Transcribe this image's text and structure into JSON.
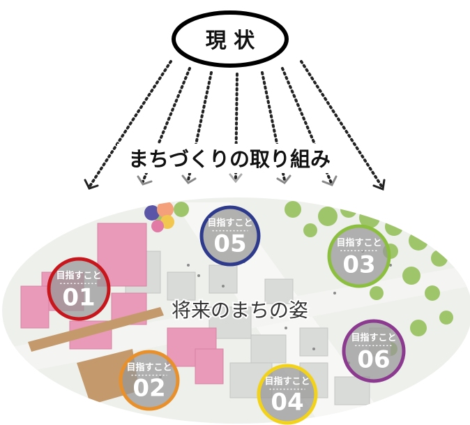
{
  "top_label": "現 状",
  "subtitle": "まちづくりの取り組み",
  "center_label": "将来のまちの姿",
  "goal_caption": "目指すこと",
  "goals": [
    {
      "number": "01",
      "color": "#c8161d"
    },
    {
      "number": "02",
      "color": "#e8902c"
    },
    {
      "number": "03",
      "color": "#8cbf3f"
    },
    {
      "number": "04",
      "color": "#f2d21a"
    },
    {
      "number": "05",
      "color": "#2e3a8c"
    },
    {
      "number": "06",
      "color": "#8b3a8f"
    }
  ],
  "colors": {
    "ground": "#eef0ec",
    "road": "#f7f7f5",
    "building_pink": "#e99ab8",
    "building_grey": "#d9dbd8",
    "trees": "#9fc56b",
    "arrow": "#222222"
  }
}
